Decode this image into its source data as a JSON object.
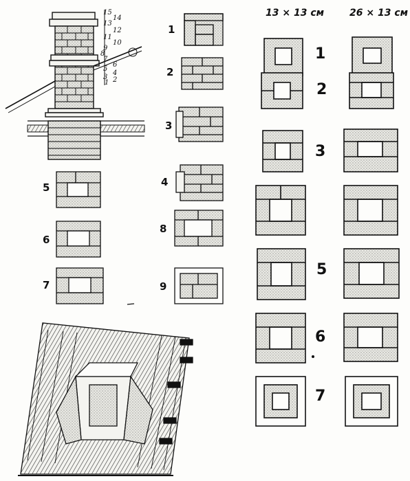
{
  "headers": {
    "small": "13 × 13 см",
    "large": "26 × 13 см"
  },
  "chimney_ticks": [
    "15",
    "14",
    "13",
    "12",
    "11",
    "10",
    "9",
    "8",
    "7",
    "6",
    "5",
    "4",
    "3",
    "2",
    "1"
  ],
  "middle_labels": {
    "p1": "1",
    "p2": "2",
    "p3": "3",
    "p4": "4",
    "p8": "8",
    "p9": "9"
  },
  "left_labels": {
    "p5": "5",
    "p6": "6",
    "p7": "7"
  },
  "right_labels": {
    "r1": "1",
    "r2": "2",
    "r3": "3",
    "r5": "5",
    "r6": "6",
    "r7": "7"
  },
  "colors": {
    "ink": "#111111",
    "brick_fill": "#e9e9e3",
    "paper": "#fdfdfb"
  }
}
